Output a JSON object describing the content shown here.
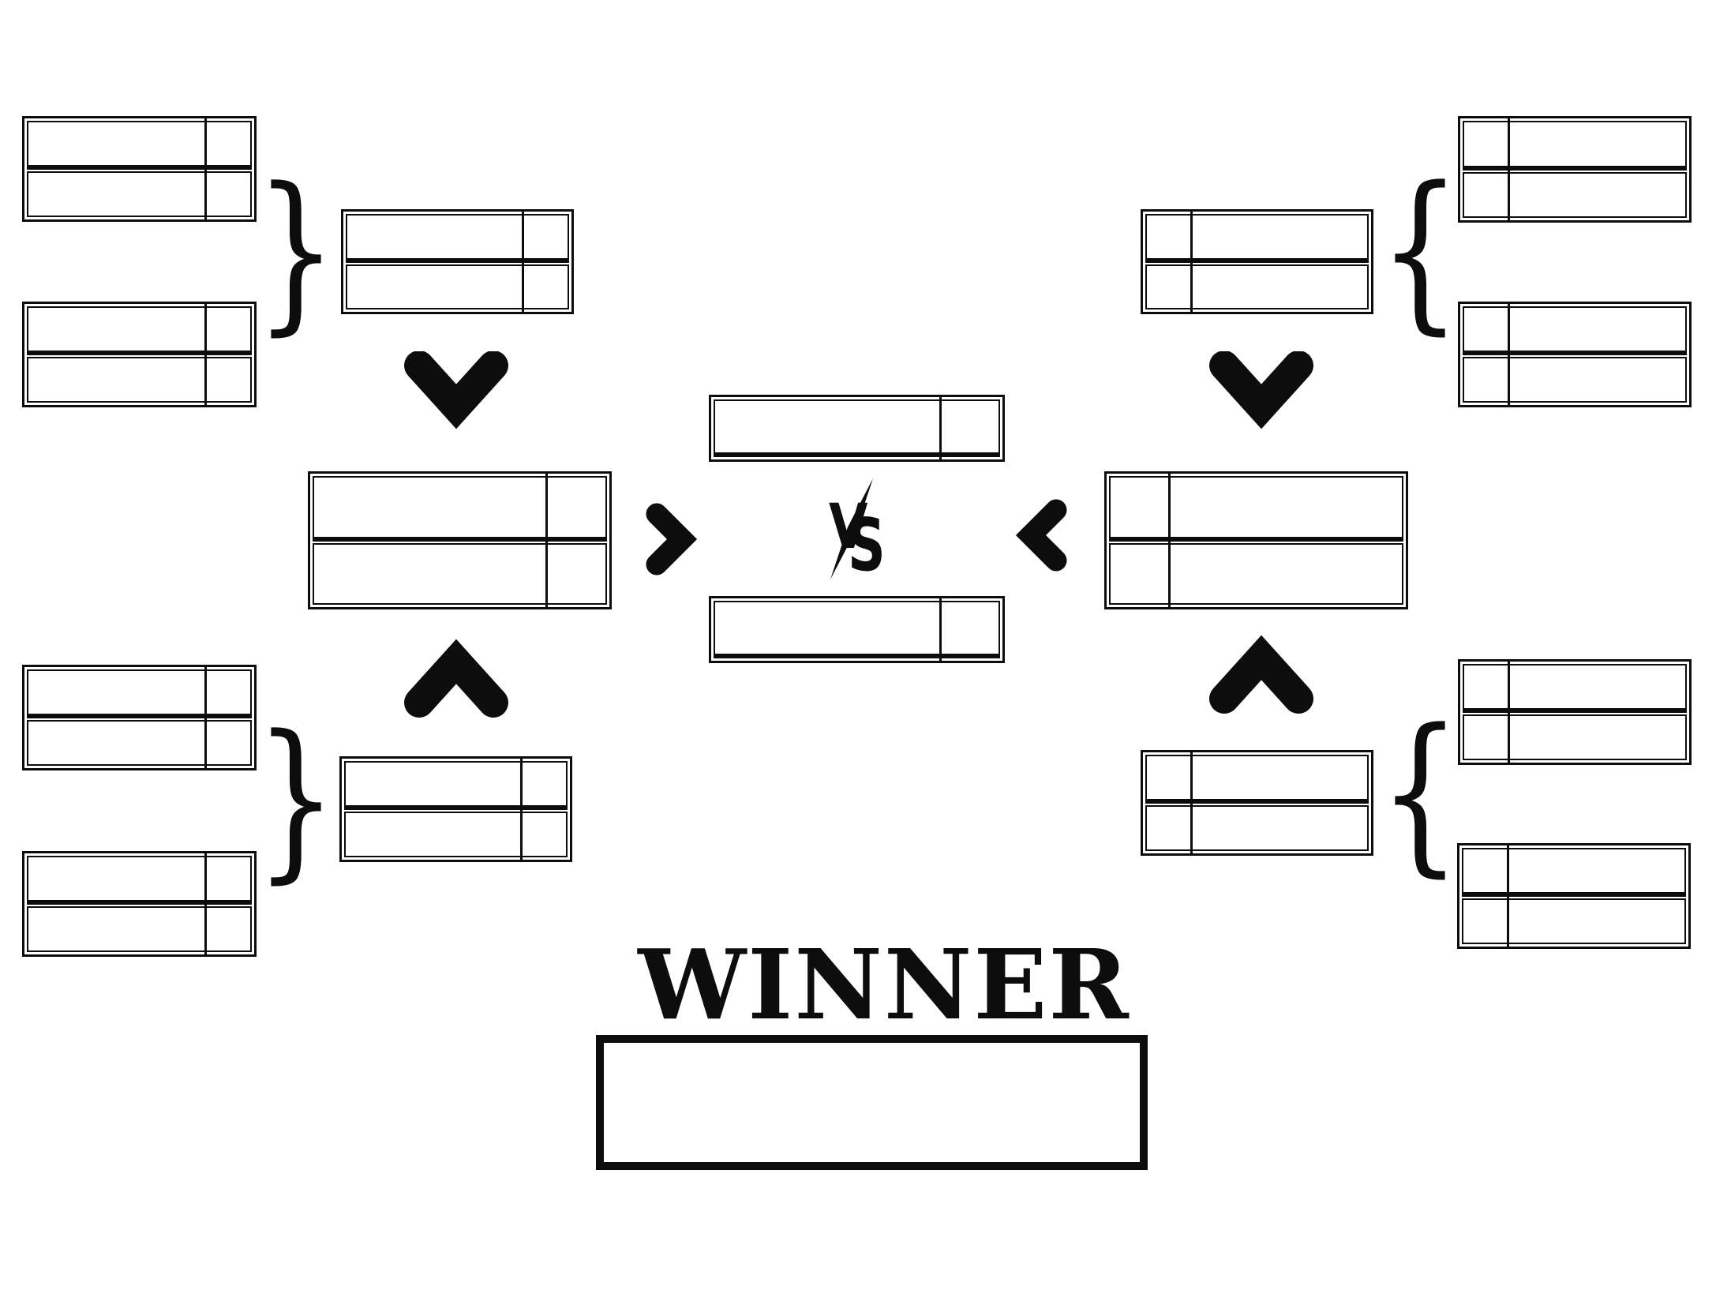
{
  "title": {
    "winner_label": "WINNER"
  },
  "vs": {
    "v": "V",
    "s": "S"
  },
  "icons": {
    "brace_open": "{",
    "brace_close": "}",
    "chevron_down": "v",
    "chevron_up": "^",
    "chevron_right": ">",
    "chevron_left": "<"
  },
  "colors": {
    "ink": "#0d0d0d",
    "background": "#ffffff"
  },
  "slots": {
    "l_r1_a": {
      "t1": "",
      "s1": "",
      "t2": "",
      "s2": ""
    },
    "l_r1_b": {
      "t1": "",
      "s1": "",
      "t2": "",
      "s2": ""
    },
    "l_r1_c": {
      "t1": "",
      "s1": "",
      "t2": "",
      "s2": ""
    },
    "l_r1_d": {
      "t1": "",
      "s1": "",
      "t2": "",
      "s2": ""
    },
    "l_r2_top": {
      "t1": "",
      "s1": "",
      "t2": "",
      "s2": ""
    },
    "l_r2_bot": {
      "t1": "",
      "s1": "",
      "t2": "",
      "s2": ""
    },
    "l_semi": {
      "t1": "",
      "s1": "",
      "t2": "",
      "s2": ""
    },
    "r_r1_a": {
      "t1": "",
      "s1": "",
      "t2": "",
      "s2": ""
    },
    "r_r1_b": {
      "t1": "",
      "s1": "",
      "t2": "",
      "s2": ""
    },
    "r_r1_c": {
      "t1": "",
      "s1": "",
      "t2": "",
      "s2": ""
    },
    "r_r1_d": {
      "t1": "",
      "s1": "",
      "t2": "",
      "s2": ""
    },
    "r_r2_top": {
      "t1": "",
      "s1": "",
      "t2": "",
      "s2": ""
    },
    "r_r2_bot": {
      "t1": "",
      "s1": "",
      "t2": "",
      "s2": ""
    },
    "r_semi": {
      "t1": "",
      "s1": "",
      "t2": "",
      "s2": ""
    },
    "final_left": {
      "team": "",
      "score": ""
    },
    "final_right": {
      "team": "",
      "score": ""
    },
    "champion": {
      "team": ""
    }
  }
}
